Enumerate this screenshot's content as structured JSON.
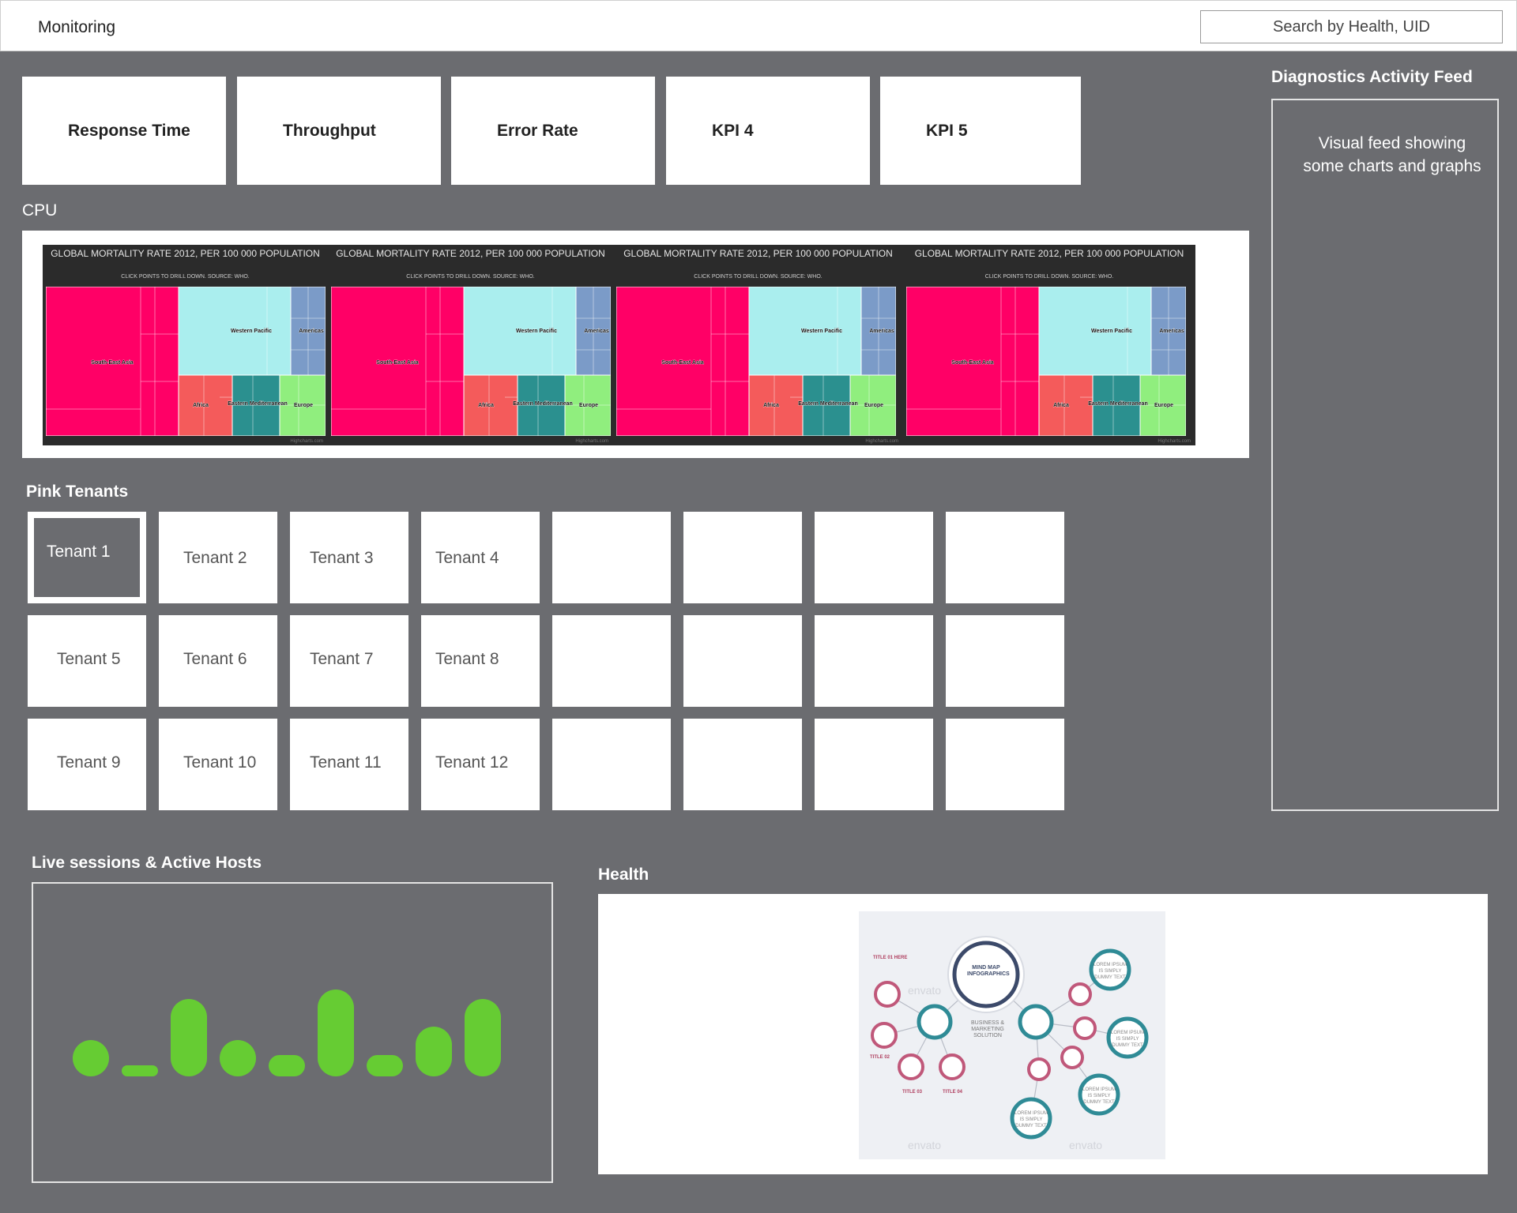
{
  "app": {
    "title": "Monitoring"
  },
  "search": {
    "placeholder": "Search by Health, UID"
  },
  "kpis": [
    {
      "label": "Response Time"
    },
    {
      "label": "Throughput"
    },
    {
      "label": "Error Rate"
    },
    {
      "label": "KPI 4"
    },
    {
      "label": "KPI 5"
    }
  ],
  "cpu": {
    "label": "CPU",
    "treemap": {
      "title": "GLOBAL MORTALITY RATE 2012, PER 100 000 POPULATION",
      "subtitle": "CLICK POINTS TO DRILL DOWN. SOURCE: WHO.",
      "credit": "Highcharts.com",
      "regions": [
        "South-East Asia",
        "Western Pacific",
        "Americas",
        "Africa",
        "Eastern Mediterranean",
        "Europe"
      ]
    }
  },
  "tenants": {
    "label": "Pink Tenants",
    "items": [
      "Tenant 1",
      "Tenant 2",
      "Tenant 3",
      "Tenant 4",
      "",
      "",
      "",
      "",
      "Tenant 5",
      "Tenant 6",
      "Tenant 7",
      "Tenant 8",
      "",
      "",
      "",
      "",
      "Tenant 9",
      "Tenant 10",
      "Tenant 11",
      "Tenant 12",
      "",
      "",
      "",
      ""
    ],
    "selected": "Tenant 1"
  },
  "diagnostics": {
    "label": "Diagnostics Activity Feed",
    "text": "Visual feed showing some charts and graphs"
  },
  "sessions": {
    "label": "Live sessions & Active Hosts"
  },
  "health": {
    "label": "Health",
    "infographic": {
      "center": "MIND MAP INFOGRAPHICS",
      "side": "BUSINESS & MARKETING SOLUTION",
      "titles": [
        "TITLE 01 HERE",
        "TITLE 02",
        "TITLE 03",
        "TITLE 04"
      ],
      "node_text": "LOREM IPSUM IS SIMPLY DUMMY TEXT",
      "watermark": "envato"
    }
  },
  "colors": {
    "background": "#6b6c70",
    "sessions_bar": "#66cc33",
    "treemap_se_asia": "#ff0066",
    "treemap_w_pacific": "#aaeeee",
    "treemap_americas": "#7b9bc8",
    "treemap_africa": "#f45b5b",
    "treemap_e_med": "#2b908f",
    "treemap_europe": "#90ee7e"
  }
}
